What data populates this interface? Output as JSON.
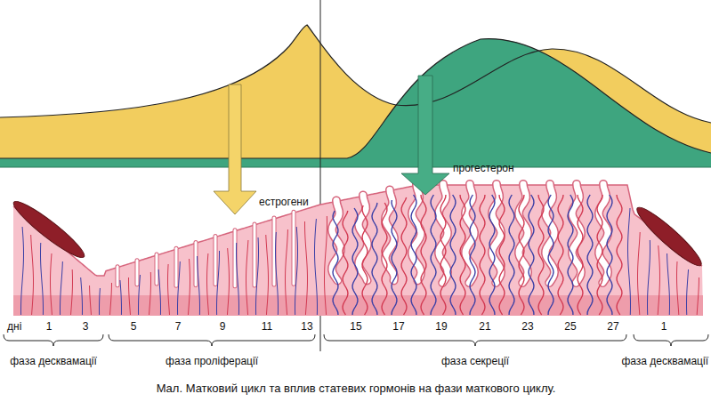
{
  "diagram": {
    "caption": "Мал. Матковий цикл та вплив статевих гормонів на фази маткового циклу.",
    "labels": [
      "естрогени",
      "прогестерон",
      "дні",
      "1",
      "3",
      "5",
      "7",
      "9",
      "11",
      "13",
      "15",
      "17",
      "19",
      "21",
      "23",
      "25",
      "27",
      "1",
      "фаза десквамації",
      "фаза проліферації",
      "фаза секреції",
      "фаза десквамації"
    ]
  }
}
